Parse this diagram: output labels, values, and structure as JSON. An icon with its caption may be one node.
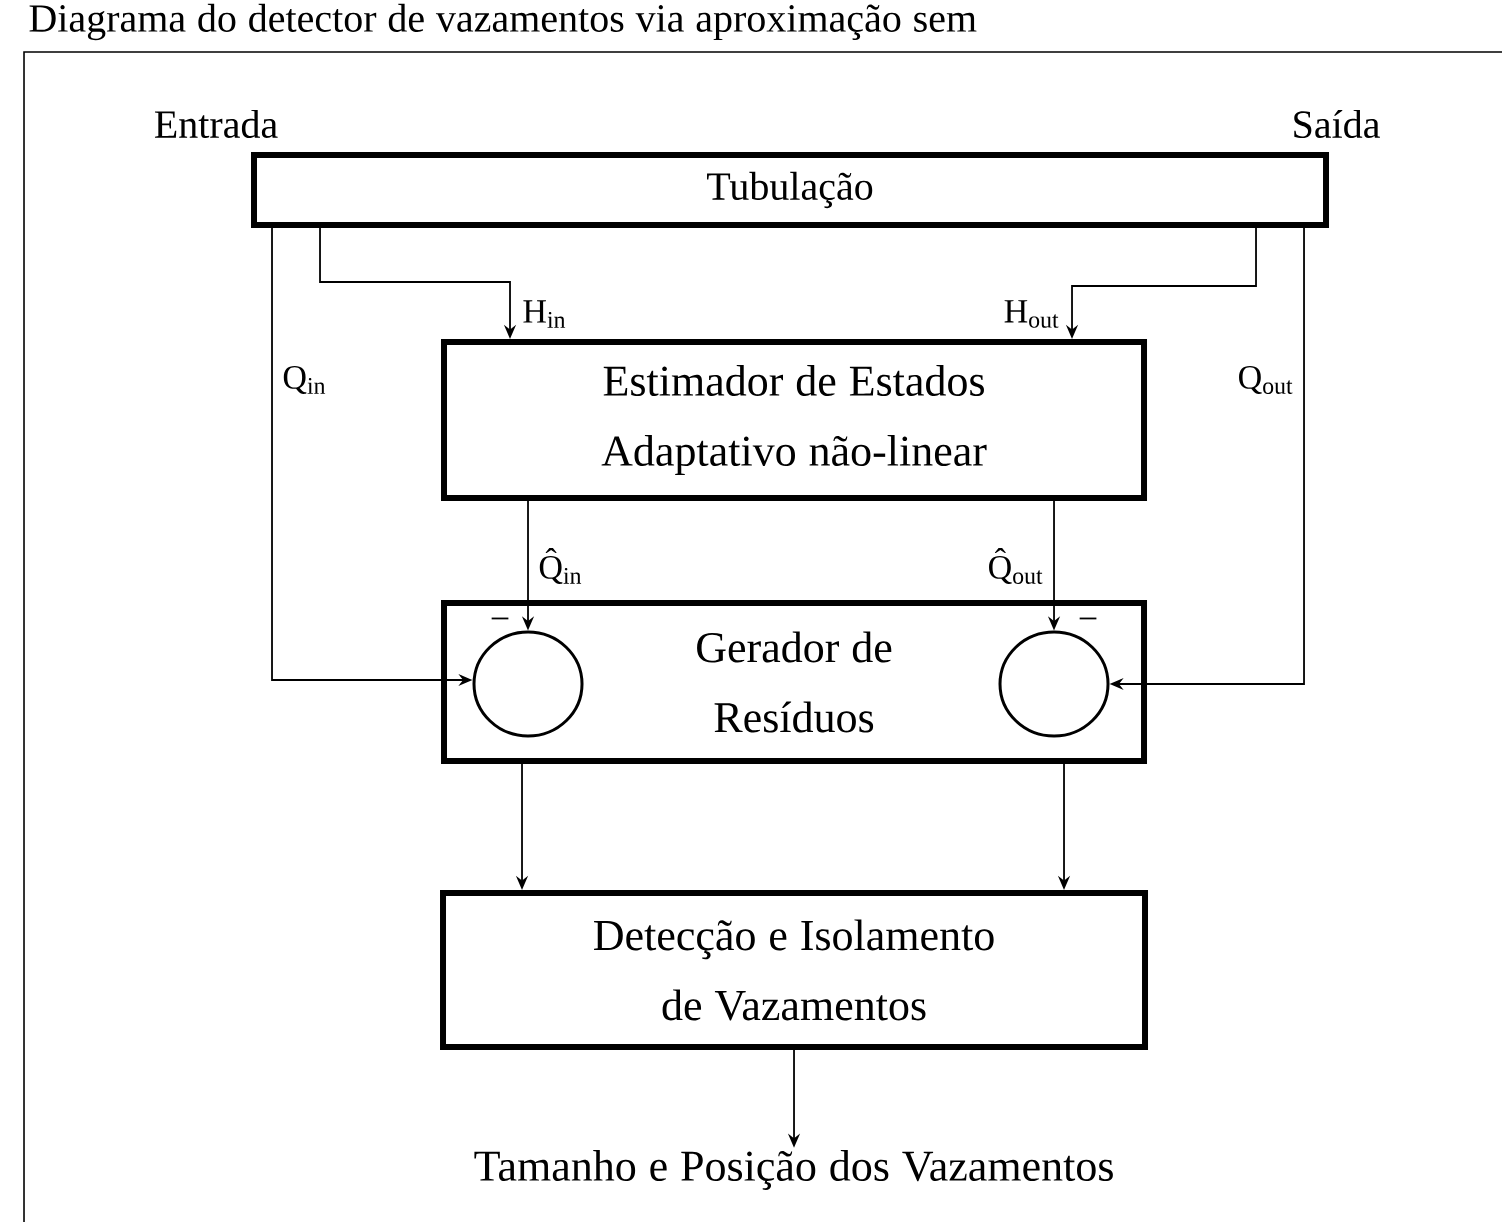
{
  "diagram": {
    "title": "Diagrama do detector de vazamentos via aproximação sem",
    "nodes": [
      {
        "text": [
          "Tubulação"
        ],
        "beside": [
          "Entrada",
          "Saída"
        ]
      },
      {
        "text": [
          "Estimador de Estados Adaptativo não-linear"
        ]
      },
      {
        "text": [
          "Gerador de Resíduos"
        ]
      },
      {
        "text": [],
        "shape": "circle",
        "in": 2
      },
      {
        "text": [],
        "shape": "circle",
        "in": 2
      },
      {
        "text": [
          "Detecção e Isolamento de Vazamentos"
        ]
      },
      {
        "text": [
          "Tamanho e Posição dos Vazamentos"
        ]
      }
    ],
    "edges": [
      {
        "from": 0,
        "to": 1,
        "arrow": "to",
        "label": "H$_{in}$"
      },
      {
        "from": 0,
        "to": 1,
        "arrow": "to",
        "label": "H$_{out}$"
      },
      {
        "from": 0,
        "to": 3,
        "arrow": "to",
        "label": "Q$_{in}$"
      },
      {
        "from": 0,
        "to": 4,
        "arrow": "to",
        "label": "Q$_{out}$"
      },
      {
        "from": 1,
        "to": 3,
        "arrow": "to",
        "label": "Q̂$_{in}$"
      },
      {
        "from": 1,
        "to": 4,
        "arrow": "to",
        "label": "Q̂$_{out}$"
      },
      {
        "from": 2,
        "to": 5,
        "arrow": "to"
      },
      {
        "from": 2,
        "to": 5,
        "arrow": "to"
      },
      {
        "from": 5,
        "to": 6,
        "arrow": "to"
      }
    ],
    "labels": [
      "−",
      "−"
    ]
  }
}
